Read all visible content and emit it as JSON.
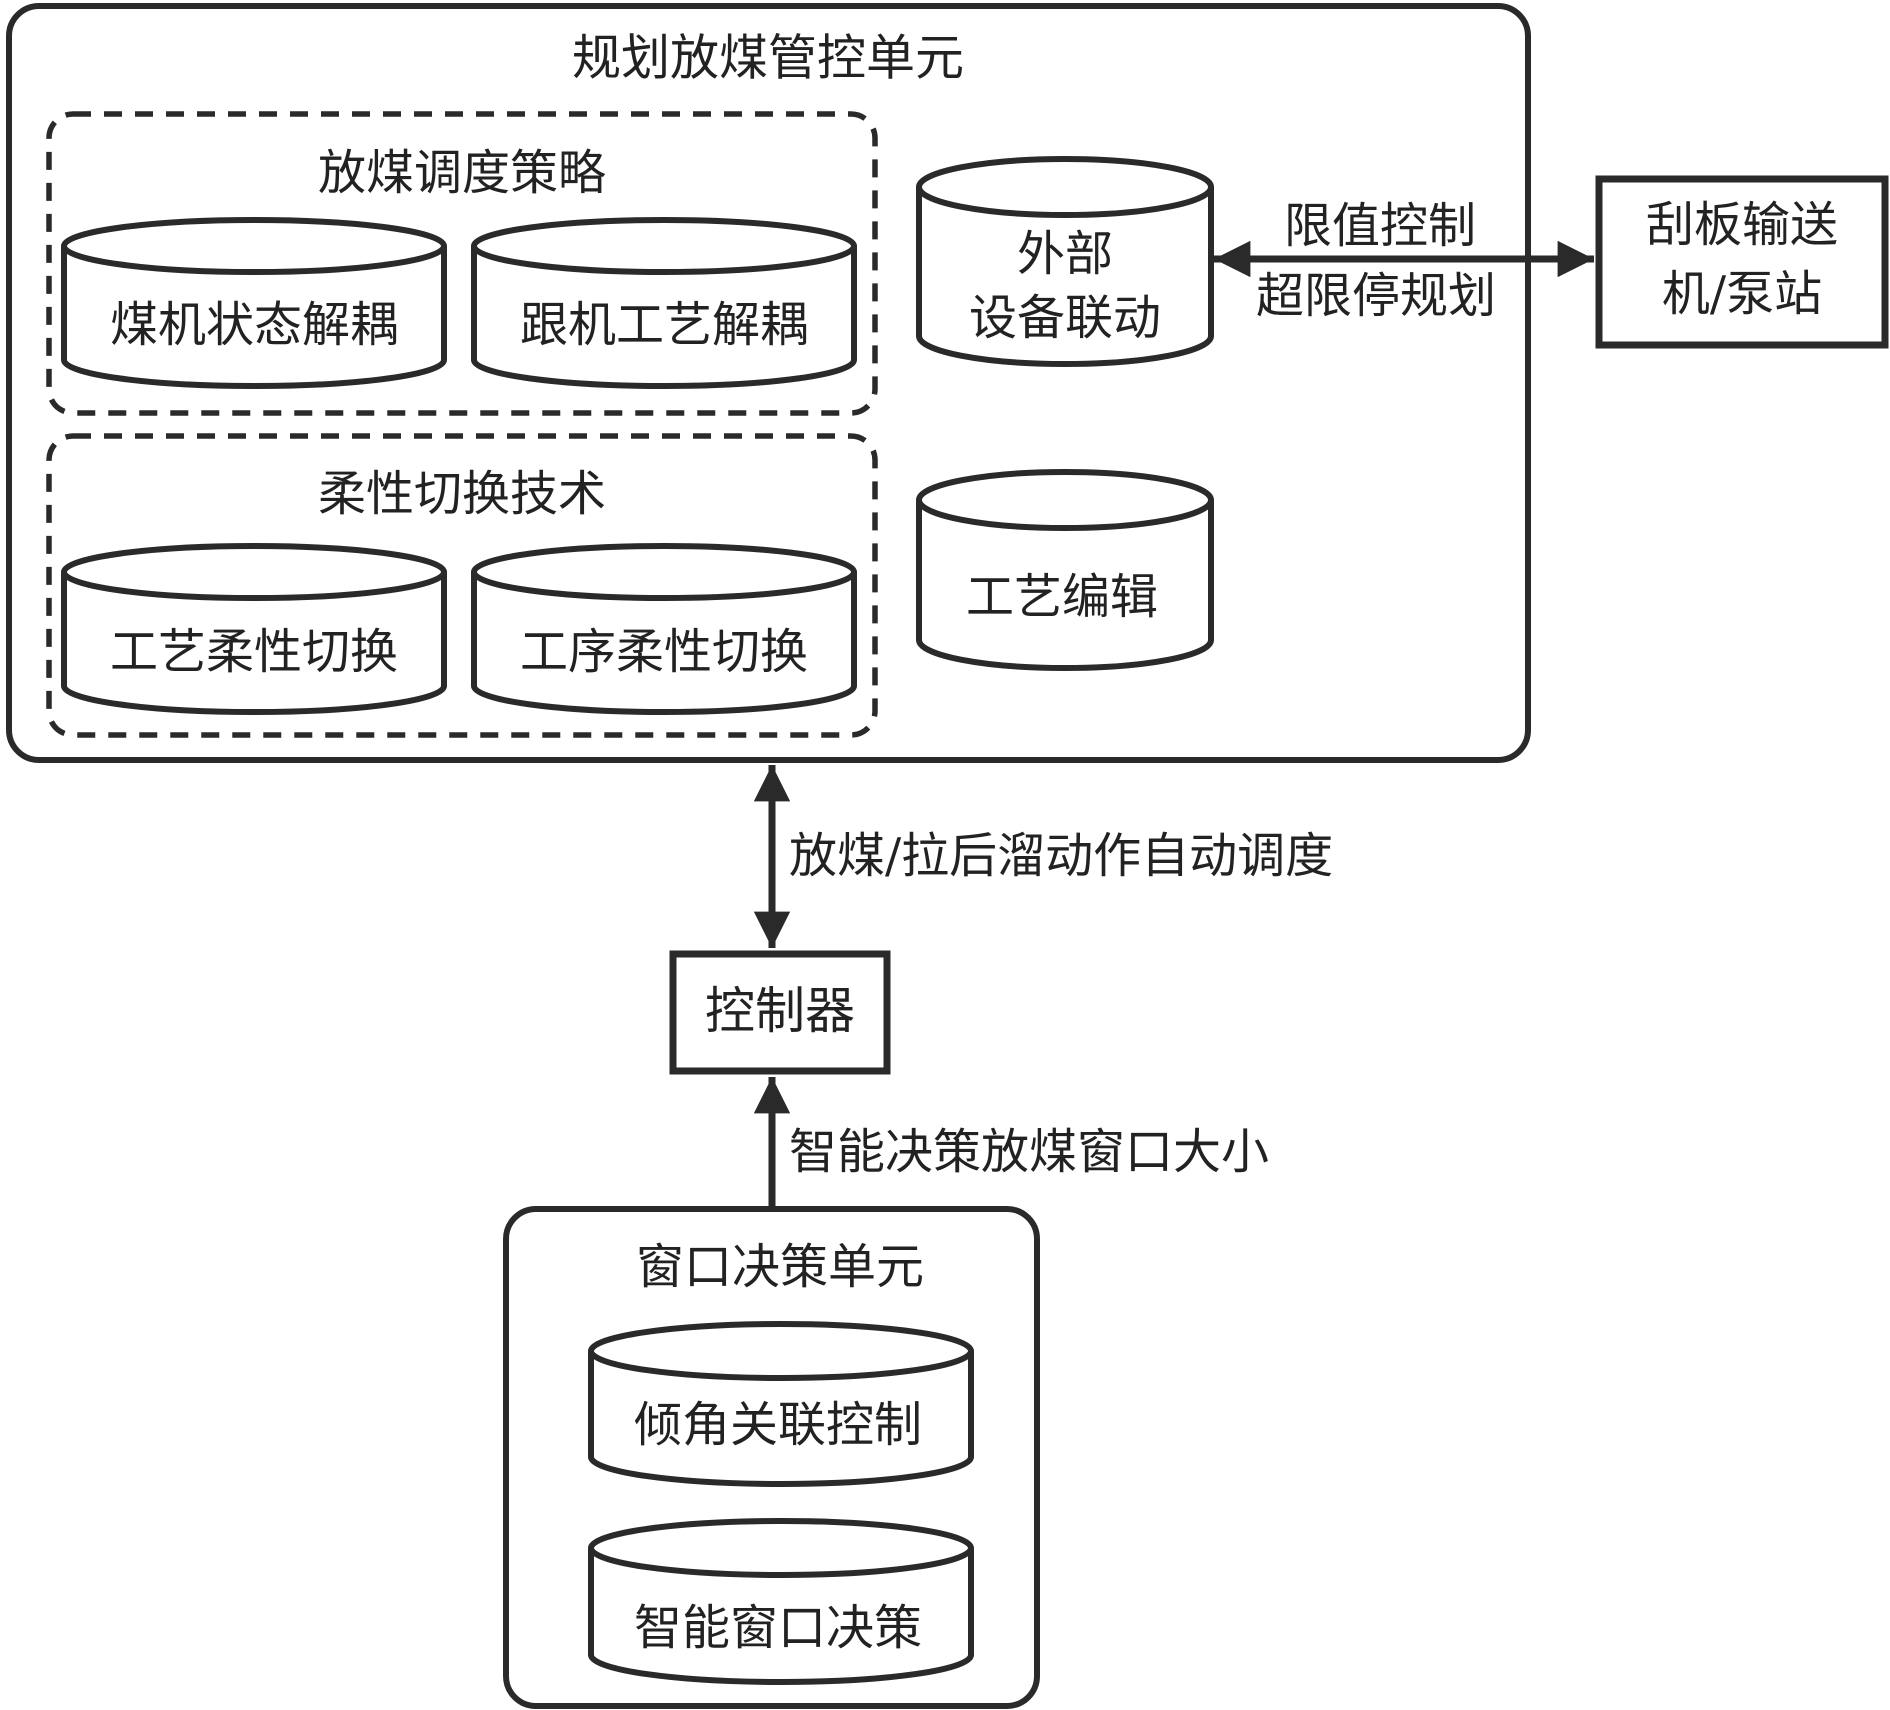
{
  "planning_unit": {
    "title": "规划放煤管控单元",
    "dispatch_strategy": {
      "title": "放煤调度策略",
      "modules": [
        "煤机状态解耦",
        "跟机工艺解耦"
      ]
    },
    "flexible_switching": {
      "title": "柔性切换技术",
      "modules": [
        "工艺柔性切换",
        "工序柔性切换"
      ]
    },
    "external_linkage": {
      "lines": [
        "外部",
        "设备联动"
      ]
    },
    "process_editing": {
      "label": "工艺编辑"
    }
  },
  "external_device": {
    "lines": [
      "刮板输送",
      "机/泵站"
    ]
  },
  "link_external": {
    "label_top": "限值控制",
    "label_bottom": "超限停规划",
    "direction": "bidirectional"
  },
  "link_planning_controller": {
    "label": "放煤/拉后溜动作自动调度",
    "direction": "bidirectional"
  },
  "controller": {
    "label": "控制器"
  },
  "link_window_controller": {
    "label": "智能决策放煤窗口大小",
    "direction": "up"
  },
  "window_unit": {
    "title": "窗口决策单元",
    "modules": [
      "倾角关联控制",
      "智能窗口决策"
    ]
  },
  "colors": {
    "stroke": "#2a2a2a",
    "text": "#222222",
    "background": "#ffffff"
  }
}
